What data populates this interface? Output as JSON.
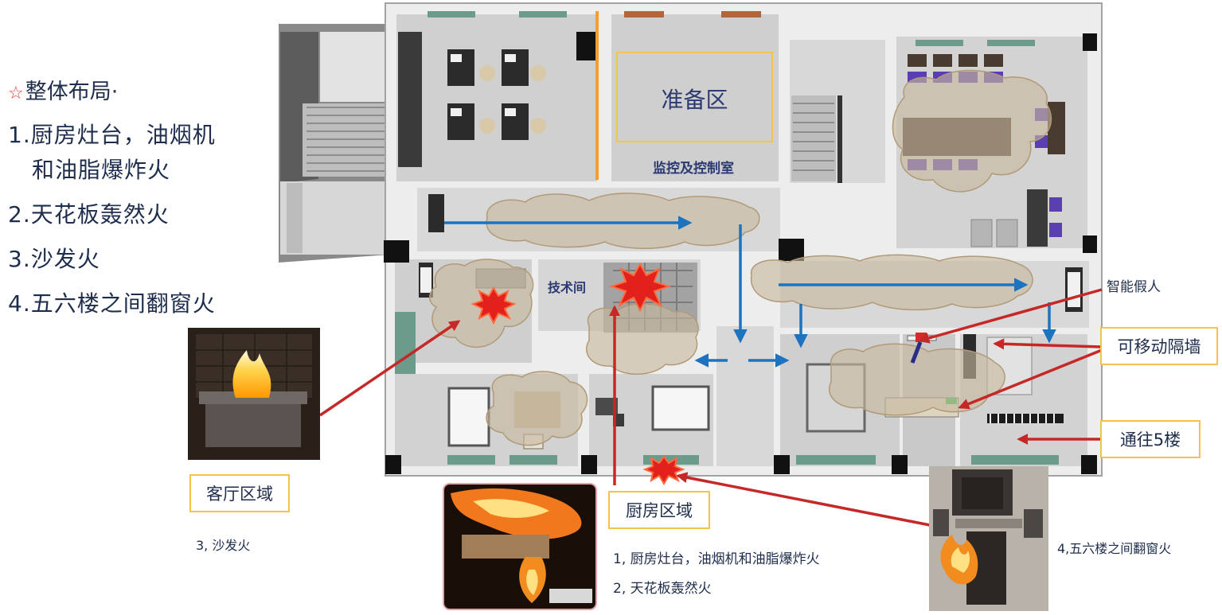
{
  "layout_list": {
    "heading": "整体布局·",
    "star": "☆",
    "items": [
      "1.厨房灶台，油烟机",
      "和油脂爆炸火",
      "2.天花板轰然火",
      "3.沙发火",
      "4.五六楼之间翻窗火"
    ]
  },
  "rooms": {
    "prep_area": "准备区",
    "control_room": "监控及控制室",
    "tech_room": "技术间"
  },
  "labels": {
    "living_area": "客厅区域",
    "kitchen_area": "厨房区域",
    "smart_dummy": "智能假人",
    "movable_wall": "可移动隔墙",
    "to_5th_floor": "通往5楼"
  },
  "captions": {
    "sofa_fire": "3, 沙发火",
    "kitchen_line1": "1, 厨房灶台，油烟机和油脂爆炸火",
    "kitchen_line2": "2, 天花板轰然火",
    "window_fire": "4,五六楼之间翻窗火"
  },
  "icons": [
    "fire-burst-icon",
    "flow-arrow-icon",
    "smoke-cloud-icon"
  ],
  "colors": {
    "accent_red": "#c62828",
    "flow_blue": "#1e73be",
    "frame_yellow": "#f3c34a",
    "text_navy": "#1f2d4d"
  }
}
